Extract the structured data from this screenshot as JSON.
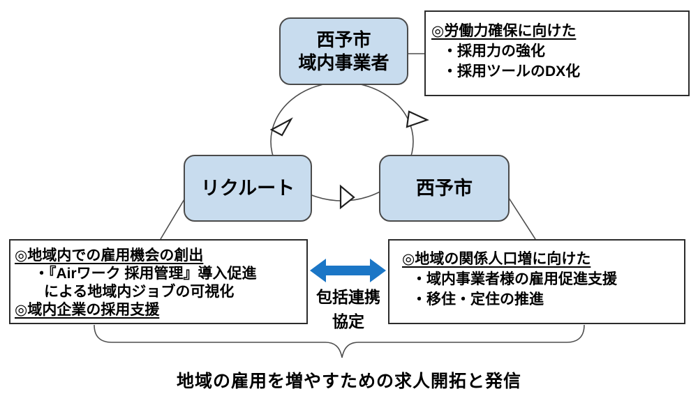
{
  "colors": {
    "node_fill": "#c8dcee",
    "node_border": "#4a4a4a",
    "box_border": "#2b2b2b",
    "line": "#4d4d4d",
    "arrow_blue": "#1b76c6"
  },
  "nodes": {
    "business": {
      "line1": "西予市",
      "line2": "域内事業者"
    },
    "recruit": {
      "label": "リクルート"
    },
    "city": {
      "label": "西予市"
    }
  },
  "notes": {
    "business": {
      "heading": "◎労働力確保に向けた",
      "items": [
        "・採用力の強化",
        "・採用ツールのDX化"
      ]
    },
    "recruit": {
      "heading1": "◎地域内での雇用機会の創出",
      "item1": "・『Airワーク 採用管理』導入促進",
      "item1_cont": "による地域内ジョブの可視化",
      "heading2": "◎域内企業の採用支援"
    },
    "city": {
      "heading": "◎地域の関係人口増に向けた",
      "items": [
        "・域内事業者様の雇用促進支援",
        "・移住・定住の推進"
      ]
    }
  },
  "partnership": {
    "line1": "包括連携",
    "line2": "協定"
  },
  "caption": "地域の雇用を増やすための求人開拓と発信"
}
